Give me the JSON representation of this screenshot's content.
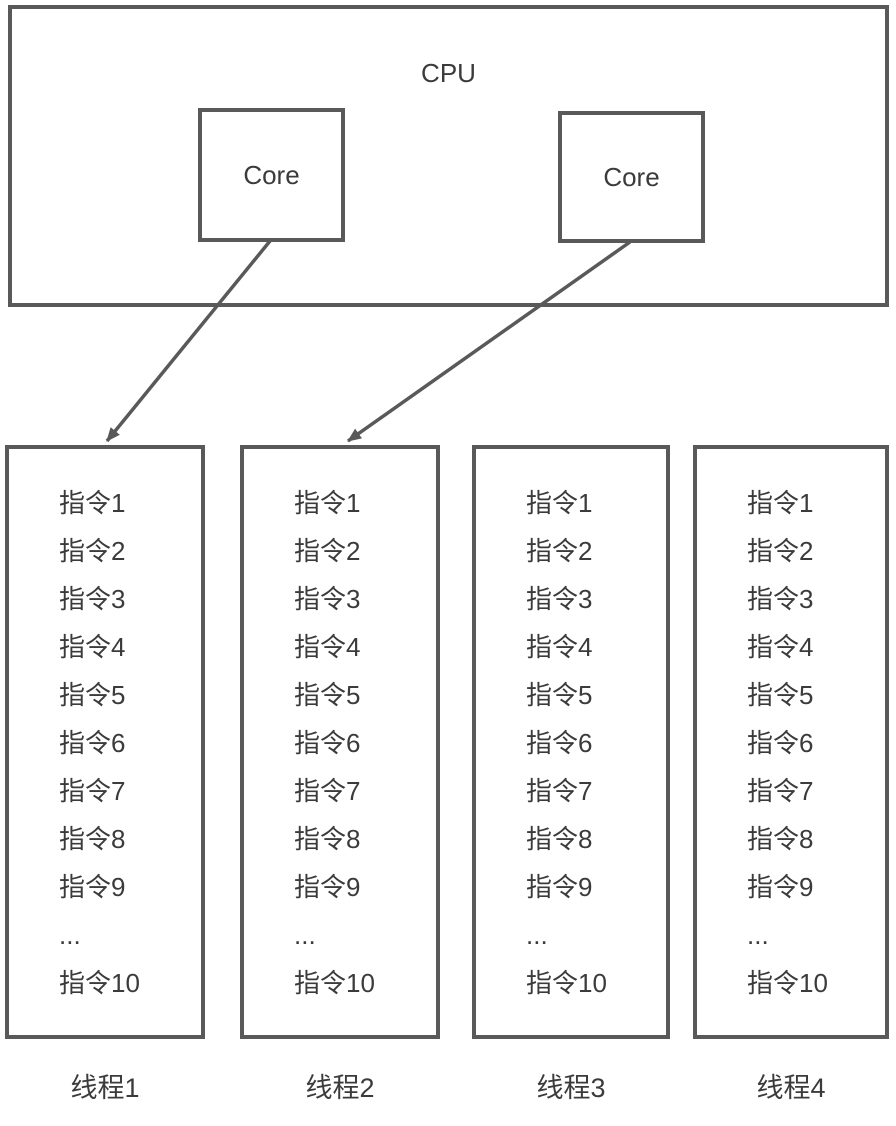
{
  "colors": {
    "stroke": "#595959",
    "text": "#3b3b3b",
    "background": "#ffffff"
  },
  "cpu": {
    "label": "CPU",
    "cores": [
      {
        "label": "Core"
      },
      {
        "label": "Core"
      }
    ]
  },
  "threads": [
    {
      "label": "线程1",
      "instructions": [
        "指令1",
        "指令2",
        "指令3",
        "指令4",
        "指令5",
        "指令6",
        "指令7",
        "指令8",
        "指令9",
        "...",
        "指令10"
      ]
    },
    {
      "label": "线程2",
      "instructions": [
        "指令1",
        "指令2",
        "指令3",
        "指令4",
        "指令5",
        "指令6",
        "指令7",
        "指令8",
        "指令9",
        "...",
        "指令10"
      ]
    },
    {
      "label": "线程3",
      "instructions": [
        "指令1",
        "指令2",
        "指令3",
        "指令4",
        "指令5",
        "指令6",
        "指令7",
        "指令8",
        "指令9",
        "...",
        "指令10"
      ]
    },
    {
      "label": "线程4",
      "instructions": [
        "指令1",
        "指令2",
        "指令3",
        "指令4",
        "指令5",
        "指令6",
        "指令7",
        "指令8",
        "指令9",
        "...",
        "指令10"
      ]
    }
  ]
}
